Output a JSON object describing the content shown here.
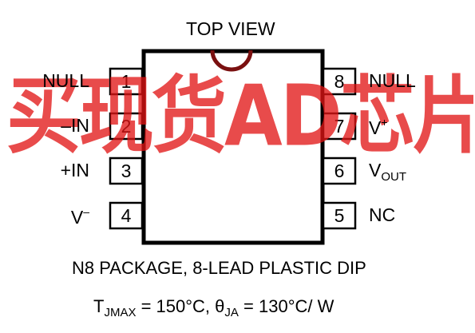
{
  "diagram": {
    "title": "TOP VIEW",
    "watermark": "买现货AD芯片选择南皇电子",
    "left_pins": [
      {
        "number": "1",
        "name": "NULL"
      },
      {
        "number": "2",
        "name": "–IN"
      },
      {
        "number": "3",
        "name": "+IN"
      },
      {
        "number": "4",
        "name": "V–"
      }
    ],
    "right_pins": [
      {
        "number": "8",
        "name": "NULL"
      },
      {
        "number": "7",
        "name": "V+"
      },
      {
        "number": "6",
        "name": "VOUT"
      },
      {
        "number": "5",
        "name": "NC"
      }
    ],
    "caption": "N8 PACKAGE, 8-LEAD PLASTIC DIP",
    "thermal": {
      "prefix": "T",
      "tj_sub": "JMAX",
      "tj_value": " = 150°C, ",
      "theta": "θ",
      "theta_sub": "JA",
      "theta_value": " = 130°C/ W"
    }
  },
  "colors": {
    "watermark": "#e01414",
    "notch": "#7a1010",
    "stroke": "#000000"
  }
}
